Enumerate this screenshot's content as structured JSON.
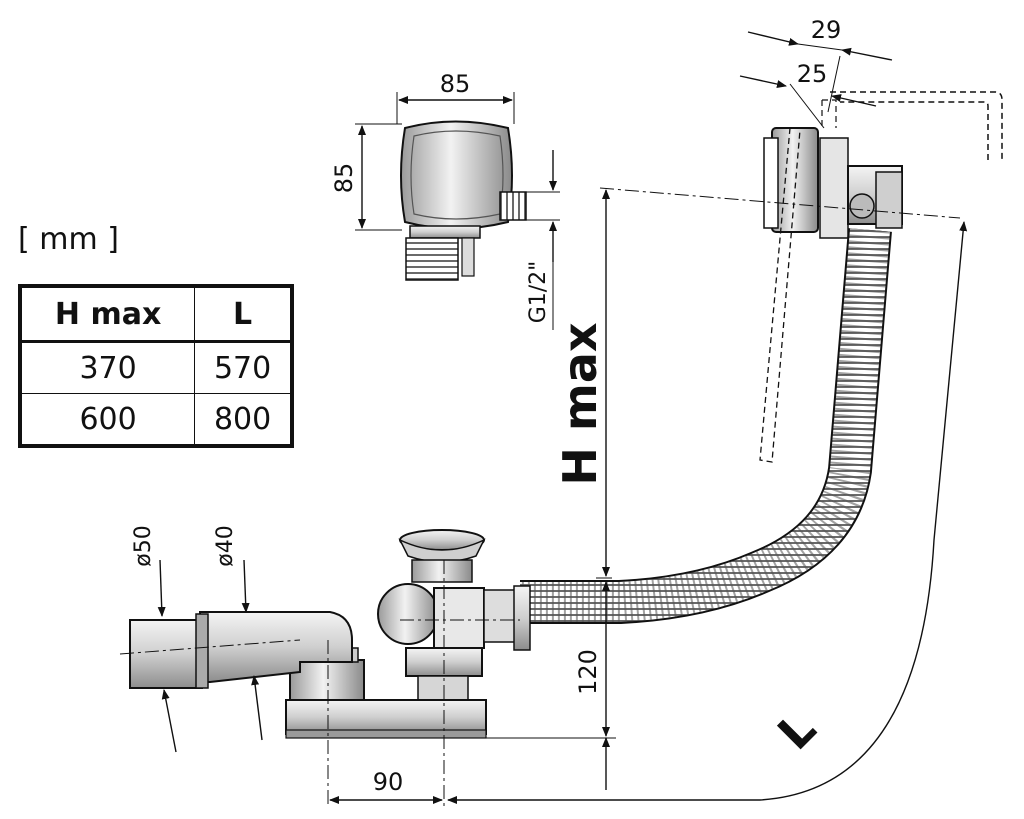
{
  "units_label": "[ mm ]",
  "spec_table": {
    "headers": [
      "H max",
      "L"
    ],
    "rows": [
      [
        "370",
        "570"
      ],
      [
        "600",
        "800"
      ]
    ]
  },
  "dimensions": {
    "valve_width": "85",
    "valve_height": "85",
    "thread": "G1/2\"",
    "overflow_offset_outer": "29",
    "overflow_offset_inner": "25",
    "height_label": "H max",
    "length_label": "L",
    "pipe_d_outer": "ø50",
    "pipe_d_inner": "ø40",
    "drain_height": "120",
    "drain_offset": "90"
  }
}
